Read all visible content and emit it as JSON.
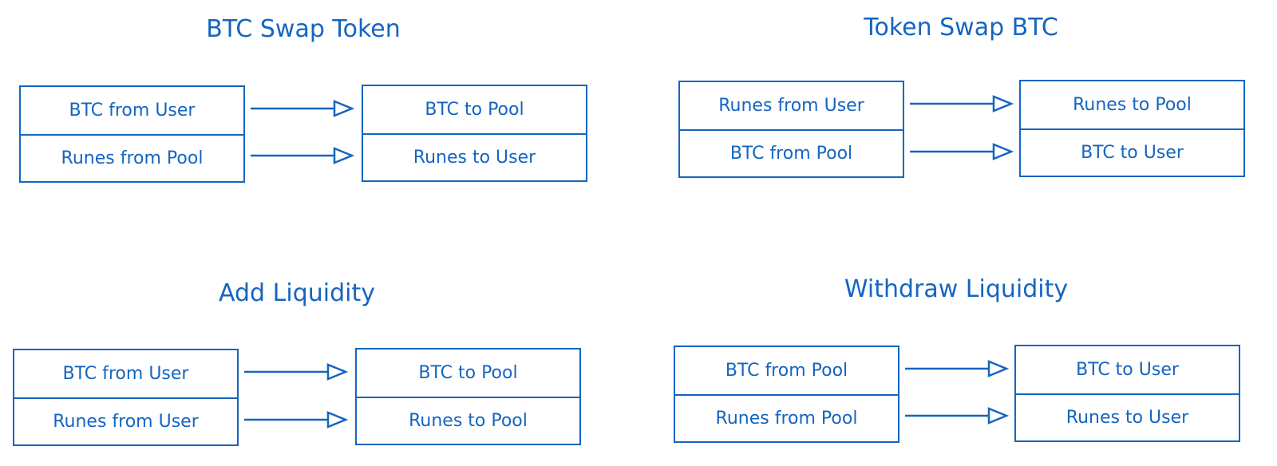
{
  "colors": {
    "primary": "#1565c0",
    "background": "#ffffff"
  },
  "panels": [
    {
      "title": "BTC Swap Token",
      "inputs": [
        "BTC from User",
        "Runes from Pool"
      ],
      "outputs": [
        "BTC to Pool",
        "Runes to User"
      ]
    },
    {
      "title": "Token Swap BTC",
      "inputs": [
        "Runes from User",
        "BTC from Pool"
      ],
      "outputs": [
        "Runes to Pool",
        "BTC to User"
      ]
    },
    {
      "title": "Add Liquidity",
      "inputs": [
        "BTC from User",
        "Runes from User"
      ],
      "outputs": [
        "BTC to Pool",
        "Runes to Pool"
      ]
    },
    {
      "title": "Withdraw Liquidity",
      "inputs": [
        "BTC from Pool",
        "Runes from Pool"
      ],
      "outputs": [
        "BTC to User",
        "Runes to User"
      ]
    }
  ]
}
